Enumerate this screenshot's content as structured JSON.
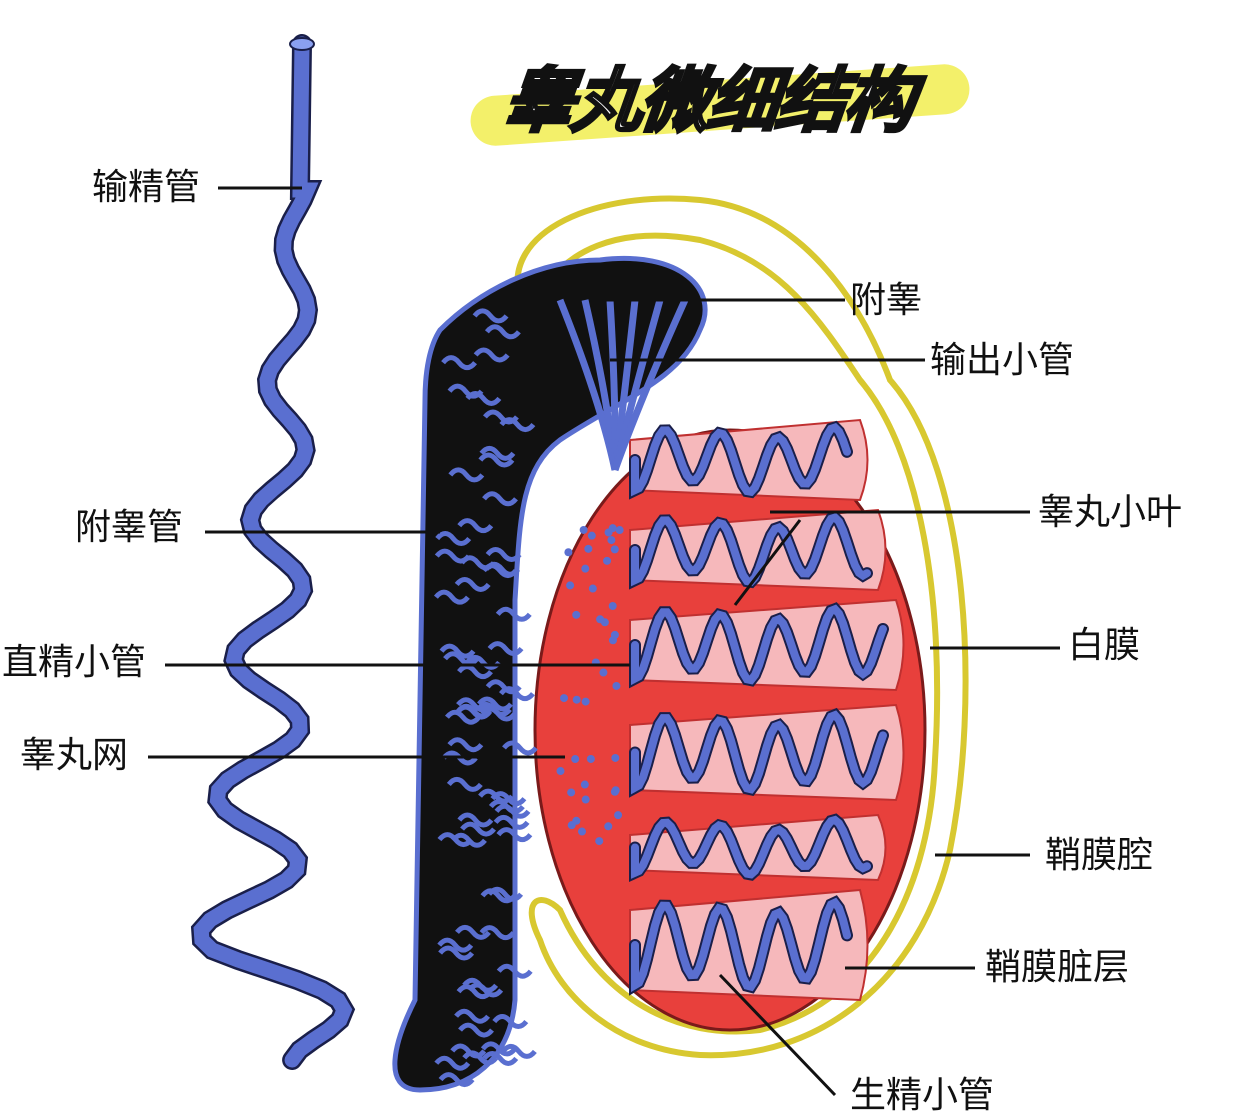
{
  "title": "睾丸微细结构",
  "labels": {
    "vas_deferens": "输精管",
    "epididymis": "附睾",
    "efferent_ductules": "输出小管",
    "testis_lobule": "睾丸小叶",
    "tunica_albuginea": "白膜",
    "epididymal_duct": "附睾管",
    "tubuli_recti": "直精小管",
    "rete_testis": "睾丸网",
    "tunica_vaginalis_cavity": "鞘膜腔",
    "visceral_layer": "鞘膜脏层",
    "seminiferous_tubule": "生精小管"
  },
  "colors": {
    "tubule": "#5a6fd0",
    "outline": "#1a1f4a",
    "albuginea": "#e8403c",
    "lobule": "#f6b8bb",
    "vaginalis": "#f0e060",
    "highlight": "#f2ee5a"
  }
}
